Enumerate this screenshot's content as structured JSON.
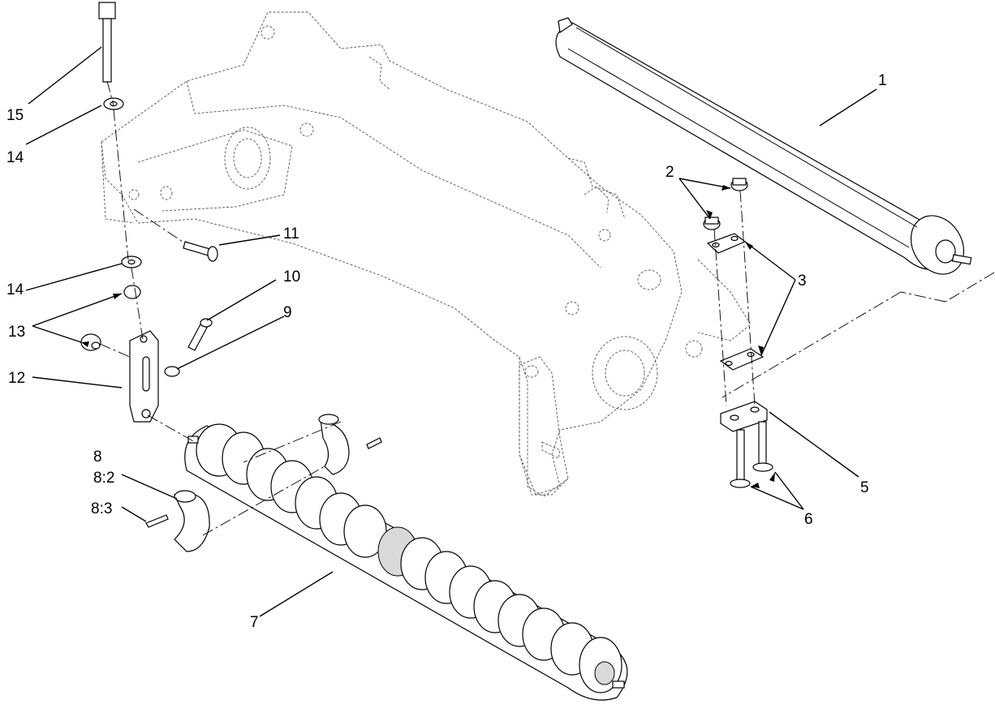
{
  "callouts": {
    "c1": "1",
    "c2": "2",
    "c3": "3",
    "c5": "5",
    "c6": "6",
    "c7": "7",
    "c8": "8",
    "c8_2": "8:2",
    "c8_3": "8:3",
    "c9": "9",
    "c10": "10",
    "c11": "11",
    "c12": "12",
    "c13": "13",
    "c14a": "14",
    "c14b": "14",
    "c15": "15"
  }
}
